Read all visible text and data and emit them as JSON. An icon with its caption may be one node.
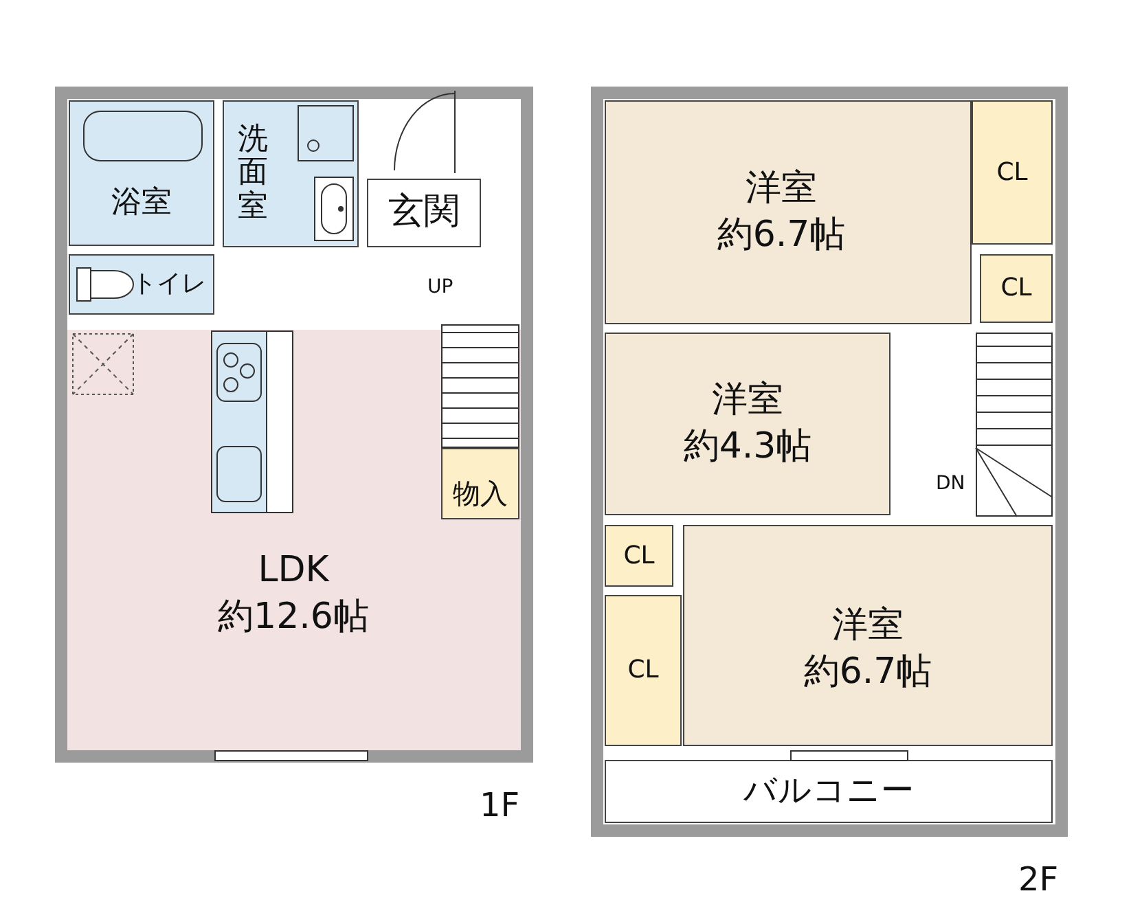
{
  "diagram": {
    "nodes": [
      {
        "text": [
          "1F"
        ]
      },
      {
        "text": [
          "浴室"
        ],
        "in": 0
      },
      {
        "text": [
          "洗面室"
        ],
        "in": 0
      },
      {
        "text": [
          "玄関"
        ],
        "in": 0
      },
      {
        "text": [
          "トイレ"
        ],
        "in": 0
      },
      {
        "text": [
          "LDK",
          "約12.6帖"
        ],
        "in": 0
      },
      {
        "text": [
          "物入"
        ],
        "in": 0
      },
      {
        "text": [
          "2F"
        ]
      },
      {
        "text": [
          "洋室",
          "約6.7帖"
        ],
        "in": 7
      },
      {
        "text": [
          "CL"
        ],
        "in": 7
      },
      {
        "text": [
          "CL"
        ],
        "in": 7
      },
      {
        "text": [
          "洋室",
          "約4.3帖"
        ],
        "in": 7
      },
      {
        "text": [
          "CL"
        ],
        "in": 7
      },
      {
        "text": [
          "CL"
        ],
        "in": 7
      },
      {
        "text": [
          "洋室",
          "約6.7帖"
        ],
        "in": 7
      },
      {
        "text": [
          "バルコニー"
        ],
        "in": 7
      }
    ],
    "labels": [
      "UP",
      "DN"
    ]
  }
}
